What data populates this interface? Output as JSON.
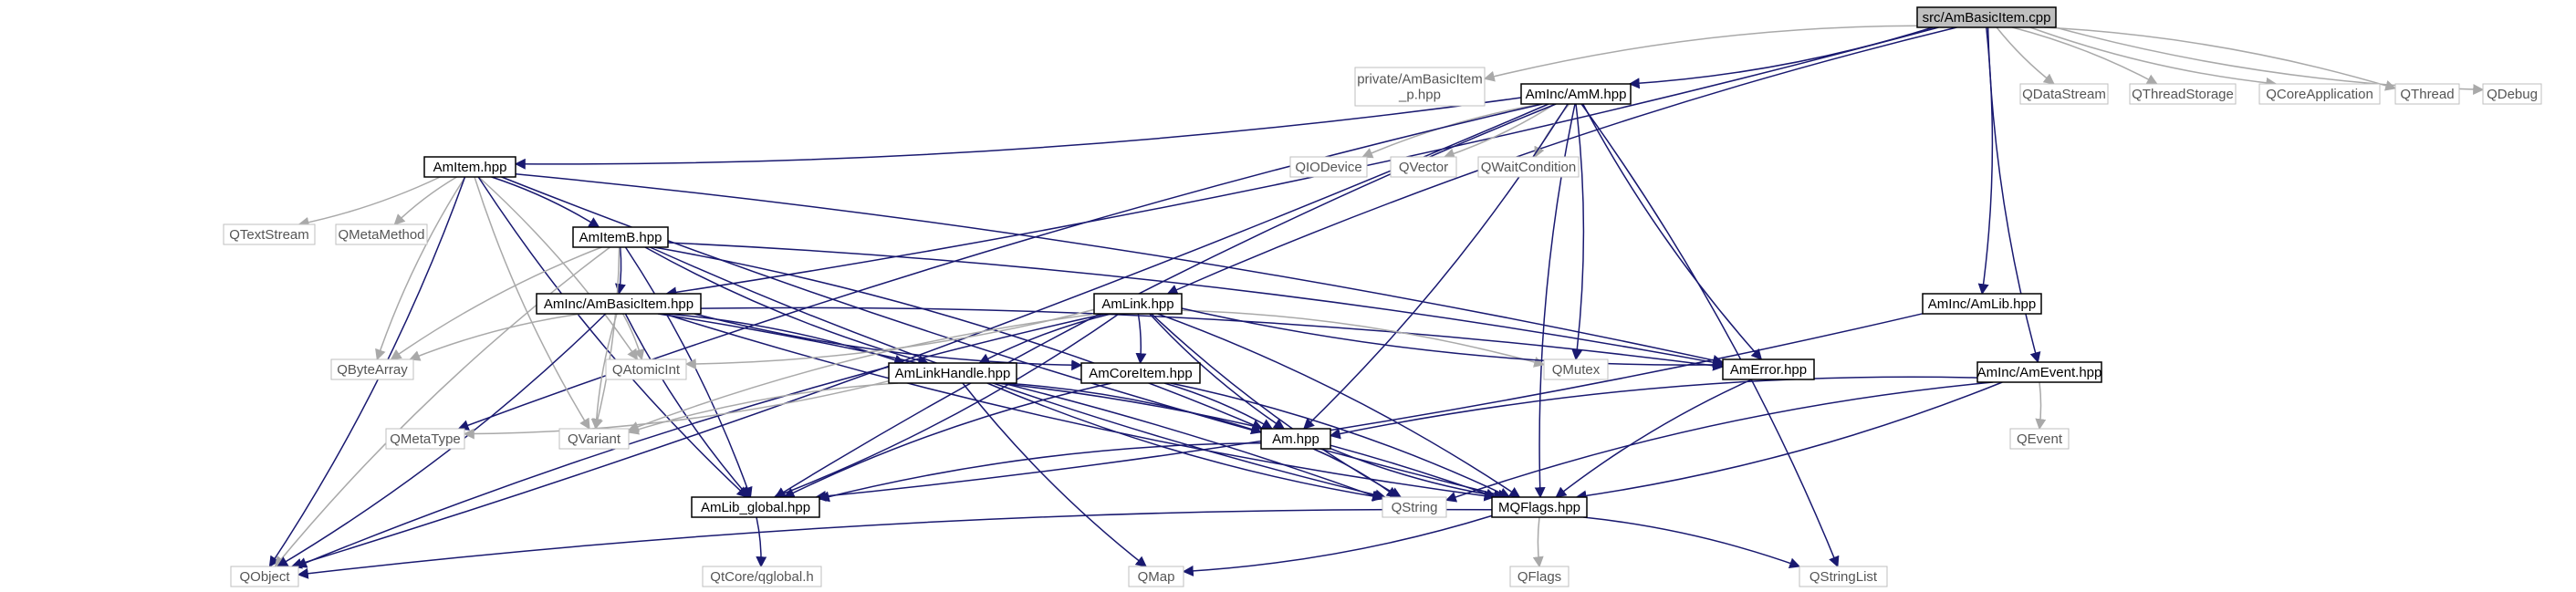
{
  "nodes": [
    {
      "id": "root",
      "label": "src/AmBasicItem.cpp",
      "style": "root"
    },
    {
      "id": "priv",
      "label": "private/AmBasicItem\n_p.hpp",
      "style": "ext"
    },
    {
      "id": "amm",
      "label": "AmInc/AmM.hpp",
      "style": "file"
    },
    {
      "id": "qdatastream",
      "label": "QDataStream",
      "style": "ext"
    },
    {
      "id": "qthreadstorage",
      "label": "QThreadStorage",
      "style": "ext"
    },
    {
      "id": "qcoreapp",
      "label": "QCoreApplication",
      "style": "ext"
    },
    {
      "id": "qthread",
      "label": "QThread",
      "style": "ext"
    },
    {
      "id": "qdebug",
      "label": "QDebug",
      "style": "ext"
    },
    {
      "id": "amitem",
      "label": "AmItem.hpp",
      "style": "file"
    },
    {
      "id": "qiodevice",
      "label": "QIODevice",
      "style": "ext"
    },
    {
      "id": "qvector",
      "label": "QVector",
      "style": "ext"
    },
    {
      "id": "qwaitcond",
      "label": "QWaitCondition",
      "style": "ext"
    },
    {
      "id": "qtextstream",
      "label": "QTextStream",
      "style": "ext"
    },
    {
      "id": "qmetamethod",
      "label": "QMetaMethod",
      "style": "ext"
    },
    {
      "id": "amitemb",
      "label": "AmItemB.hpp",
      "style": "file"
    },
    {
      "id": "amlink",
      "label": "AmLink.hpp",
      "style": "file"
    },
    {
      "id": "amlib",
      "label": "AmInc/AmLib.hpp",
      "style": "file"
    },
    {
      "id": "ambasicitem",
      "label": "AmInc/AmBasicItem.hpp",
      "style": "file"
    },
    {
      "id": "qbytearray",
      "label": "QByteArray",
      "style": "ext"
    },
    {
      "id": "qatomicint",
      "label": "QAtomicInt",
      "style": "ext"
    },
    {
      "id": "amlinkhandle",
      "label": "AmLinkHandle.hpp",
      "style": "file"
    },
    {
      "id": "amcoreitem",
      "label": "AmCoreItem.hpp",
      "style": "file"
    },
    {
      "id": "qmutex",
      "label": "QMutex",
      "style": "ext"
    },
    {
      "id": "amerror",
      "label": "AmError.hpp",
      "style": "file"
    },
    {
      "id": "amevent",
      "label": "AmInc/AmEvent.hpp",
      "style": "file"
    },
    {
      "id": "qmetatype",
      "label": "QMetaType",
      "style": "ext"
    },
    {
      "id": "qvariant",
      "label": "QVariant",
      "style": "ext"
    },
    {
      "id": "amhpp",
      "label": "Am.hpp",
      "style": "file"
    },
    {
      "id": "qevent",
      "label": "QEvent",
      "style": "ext"
    },
    {
      "id": "amlibglobal",
      "label": "AmLib_global.hpp",
      "style": "file"
    },
    {
      "id": "qstring",
      "label": "QString",
      "style": "ext"
    },
    {
      "id": "mqflags",
      "label": "MQFlags.hpp",
      "style": "file"
    },
    {
      "id": "qobject",
      "label": "QObject",
      "style": "ext"
    },
    {
      "id": "qtcore",
      "label": "QtCore/qglobal.h",
      "style": "ext"
    },
    {
      "id": "qmap",
      "label": "QMap",
      "style": "ext"
    },
    {
      "id": "qflags",
      "label": "QFlags",
      "style": "ext"
    },
    {
      "id": "qstringlist",
      "label": "QStringList",
      "style": "ext"
    }
  ],
  "edges": [
    [
      "root",
      "priv",
      "gray"
    ],
    [
      "root",
      "amm",
      "navy"
    ],
    [
      "root",
      "qdatastream",
      "gray"
    ],
    [
      "root",
      "qthreadstorage",
      "gray"
    ],
    [
      "root",
      "qcoreapp",
      "gray"
    ],
    [
      "root",
      "qthread",
      "gray"
    ],
    [
      "root",
      "qdebug",
      "gray"
    ],
    [
      "root",
      "ambasicitem",
      "navy"
    ],
    [
      "root",
      "amlink",
      "navy"
    ],
    [
      "root",
      "amlib",
      "navy"
    ],
    [
      "root",
      "amevent",
      "navy"
    ],
    [
      "amm",
      "amitem",
      "navy"
    ],
    [
      "amm",
      "qiodevice",
      "gray"
    ],
    [
      "amm",
      "qvector",
      "gray"
    ],
    [
      "amm",
      "qwaitcond",
      "gray"
    ],
    [
      "amm",
      "qmutex",
      "navy"
    ],
    [
      "amm",
      "amerror",
      "navy"
    ],
    [
      "amm",
      "amhpp",
      "navy"
    ],
    [
      "amm",
      "mqflags",
      "navy"
    ],
    [
      "amm",
      "qstringlist",
      "navy"
    ],
    [
      "amm",
      "amlibglobal",
      "navy"
    ],
    [
      "amm",
      "qobject",
      "navy"
    ],
    [
      "amm",
      "qmetatype",
      "navy"
    ],
    [
      "amitem",
      "qtextstream",
      "gray"
    ],
    [
      "amitem",
      "qmetamethod",
      "gray"
    ],
    [
      "amitem",
      "amitemb",
      "navy"
    ],
    [
      "amitem",
      "qbytearray",
      "gray"
    ],
    [
      "amitem",
      "qatomicint",
      "gray"
    ],
    [
      "amitem",
      "qvariant",
      "gray"
    ],
    [
      "amitem",
      "amerror",
      "navy"
    ],
    [
      "amitem",
      "mqflags",
      "navy"
    ],
    [
      "amitem",
      "qobject",
      "navy"
    ],
    [
      "amitem",
      "amlibglobal",
      "navy"
    ],
    [
      "amitemb",
      "ambasicitem",
      "navy"
    ],
    [
      "amitemb",
      "amlinkhandle",
      "navy"
    ],
    [
      "amitemb",
      "amhpp",
      "navy"
    ],
    [
      "amitemb",
      "qstring",
      "navy"
    ],
    [
      "amitemb",
      "amerror",
      "navy"
    ],
    [
      "amitemb",
      "qbytearray",
      "gray"
    ],
    [
      "amitemb",
      "qvariant",
      "gray"
    ],
    [
      "amitemb",
      "qobject",
      "gray"
    ],
    [
      "amitemb",
      "amlibglobal",
      "navy"
    ],
    [
      "ambasicitem",
      "qbytearray",
      "gray"
    ],
    [
      "ambasicitem",
      "qatomicint",
      "gray"
    ],
    [
      "ambasicitem",
      "qvariant",
      "gray"
    ],
    [
      "ambasicitem",
      "amlinkhandle",
      "navy"
    ],
    [
      "ambasicitem",
      "amcoreitem",
      "navy"
    ],
    [
      "ambasicitem",
      "amerror",
      "navy"
    ],
    [
      "ambasicitem",
      "mqflags",
      "navy"
    ],
    [
      "ambasicitem",
      "qstring",
      "navy"
    ],
    [
      "ambasicitem",
      "amlibglobal",
      "navy"
    ],
    [
      "ambasicitem",
      "qobject",
      "navy"
    ],
    [
      "amlink",
      "amlinkhandle",
      "navy"
    ],
    [
      "amlink",
      "amcoreitem",
      "navy"
    ],
    [
      "amlink",
      "amhpp",
      "navy"
    ],
    [
      "amlink",
      "qmutex",
      "gray"
    ],
    [
      "amlink",
      "amerror",
      "navy"
    ],
    [
      "amlink",
      "qatomicint",
      "gray"
    ],
    [
      "amlink",
      "qvariant",
      "gray"
    ],
    [
      "amlink",
      "mqflags",
      "navy"
    ],
    [
      "amlink",
      "qstring",
      "navy"
    ],
    [
      "amlink",
      "amlibglobal",
      "navy"
    ],
    [
      "amlink",
      "qobject",
      "navy"
    ],
    [
      "amlinkhandle",
      "qmetatype",
      "gray"
    ],
    [
      "amlinkhandle",
      "qvariant",
      "gray"
    ],
    [
      "amlinkhandle",
      "amhpp",
      "navy"
    ],
    [
      "amlinkhandle",
      "qstring",
      "navy"
    ],
    [
      "amlinkhandle",
      "mqflags",
      "navy"
    ],
    [
      "amlinkhandle",
      "qmap",
      "navy"
    ],
    [
      "amcoreitem",
      "amhpp",
      "navy"
    ],
    [
      "amcoreitem",
      "amlibglobal",
      "navy"
    ],
    [
      "amcoreitem",
      "mqflags",
      "navy"
    ],
    [
      "amerror",
      "mqflags",
      "navy"
    ],
    [
      "amlib",
      "amlibglobal",
      "navy"
    ],
    [
      "amevent",
      "amhpp",
      "navy"
    ],
    [
      "amevent",
      "qevent",
      "gray"
    ],
    [
      "amevent",
      "qstring",
      "navy"
    ],
    [
      "amevent",
      "mqflags",
      "navy"
    ],
    [
      "amhpp",
      "amlibglobal",
      "navy"
    ],
    [
      "amhpp",
      "qstring",
      "navy"
    ],
    [
      "amhpp",
      "mqflags",
      "navy"
    ],
    [
      "amlibglobal",
      "qtcore",
      "navy"
    ],
    [
      "mqflags",
      "qobject",
      "navy"
    ],
    [
      "mqflags",
      "qmap",
      "navy"
    ],
    [
      "mqflags",
      "qflags",
      "gray"
    ],
    [
      "mqflags",
      "qstringlist",
      "navy"
    ]
  ],
  "colors": {
    "edge": "#191970",
    "node_border": "#000000",
    "ext_border": "#bfbfbf",
    "root_fill": "#bfbfbf",
    "node_fill": "#ffffff",
    "text": "#000000",
    "ext_text": "#555555"
  }
}
